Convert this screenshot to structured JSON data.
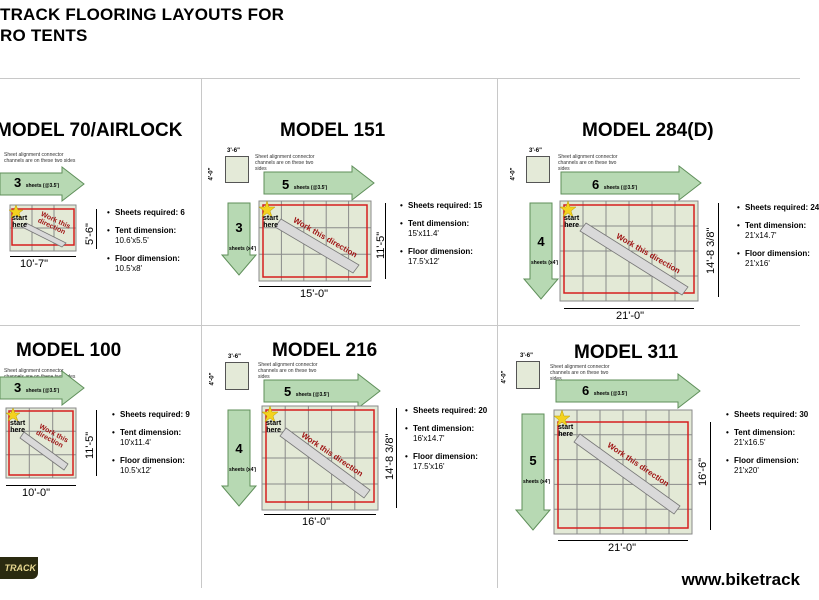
{
  "header": {
    "title_line1": "TRACK FLOORING LAYOUTS FOR",
    "title_line2": "RO TENTS"
  },
  "common": {
    "sheet_w": "3'-6\"",
    "sheet_h": "4'-0\"",
    "note": "Sheet alignment connector channels are on these two sides",
    "start_label_1": "start",
    "start_label_2": "here",
    "work_direction": "Work this direction",
    "work_direction_line1": "Work this",
    "work_direction_line2": "direction"
  },
  "colors": {
    "arrow_fill": "#b7d9b3",
    "arrow_stroke": "#5f8f5a",
    "tile_fill": "#e3e9d6",
    "tile_stroke": "#8a8a8a",
    "red_border": "#d61f1f",
    "star": "#f4d21f"
  },
  "models": [
    {
      "title": "MODEL 70/AIRLOCK",
      "h_count": "3",
      "h_unit": "sheets (@3.5')",
      "v_count": "",
      "v_unit": "",
      "cols": 3,
      "rows": 2,
      "width": "10'-7\"",
      "height": "5'-6\"",
      "sheets_label": "Sheets required: 6",
      "tent_label": "Tent dimension:",
      "tent_value": "10.6'x5.5'",
      "floor_label": "Floor dimension:",
      "floor_value": "10.5'x8'"
    },
    {
      "title": "MODEL 151",
      "h_count": "5",
      "h_unit": "sheets (@3.5')",
      "v_count": "3",
      "v_unit": "sheets (x4')",
      "cols": 5,
      "rows": 3,
      "width": "15'-0\"",
      "height": "11'-5\"",
      "sheets_label": "Sheets required: 15",
      "tent_label": "Tent dimension:",
      "tent_value": "15'x11.4'",
      "floor_label": "Floor dimension:",
      "floor_value": "17.5'x12'"
    },
    {
      "title": "MODEL 284(D)",
      "h_count": "6",
      "h_unit": "sheets (@3.5')",
      "v_count": "4",
      "v_unit": "sheets (x4')",
      "cols": 6,
      "rows": 4,
      "width": "21'-0\"",
      "height": "14'-8 3/8\"",
      "sheets_label": "Sheets required: 24",
      "tent_label": "Tent dimension:",
      "tent_value": "21'x14.7'",
      "floor_label": "Floor dimension:",
      "floor_value": "21'x16'"
    },
    {
      "title": "MODEL 100",
      "h_count": "3",
      "h_unit": "sheets (@3.5')",
      "v_count": "",
      "v_unit": "",
      "cols": 3,
      "rows": 3,
      "width": "10'-0\"",
      "height": "11'-5\"",
      "sheets_label": "Sheets required: 9",
      "tent_label": "Tent dimension:",
      "tent_value": "10'x11.4'",
      "floor_label": "Floor dimension:",
      "floor_value": "10.5'x12'"
    },
    {
      "title": "MODEL 216",
      "h_count": "5",
      "h_unit": "sheets (@3.5')",
      "v_count": "4",
      "v_unit": "sheets (x4')",
      "cols": 5,
      "rows": 4,
      "width": "16'-0\"",
      "height": "14'-8 3/8\"",
      "sheets_label": "Sheets required: 20",
      "tent_label": "Tent dimension:",
      "tent_value": "16'x14.7'",
      "floor_label": "Floor dimension:",
      "floor_value": "17.5'x16'"
    },
    {
      "title": "MODEL 311",
      "h_count": "6",
      "h_unit": "sheets (@3.5')",
      "v_count": "5",
      "v_unit": "sheets (x4')",
      "cols": 6,
      "rows": 5,
      "width": "21'-0\"",
      "height": "16'-6\"",
      "sheets_label": "Sheets required: 30",
      "tent_label": "Tent dimension:",
      "tent_value": "21'x16.5'",
      "floor_label": "Floor dimension:",
      "floor_value": "21'x20'"
    }
  ],
  "footer": {
    "logo_text": "TRACK",
    "website": "www.biketrack"
  }
}
